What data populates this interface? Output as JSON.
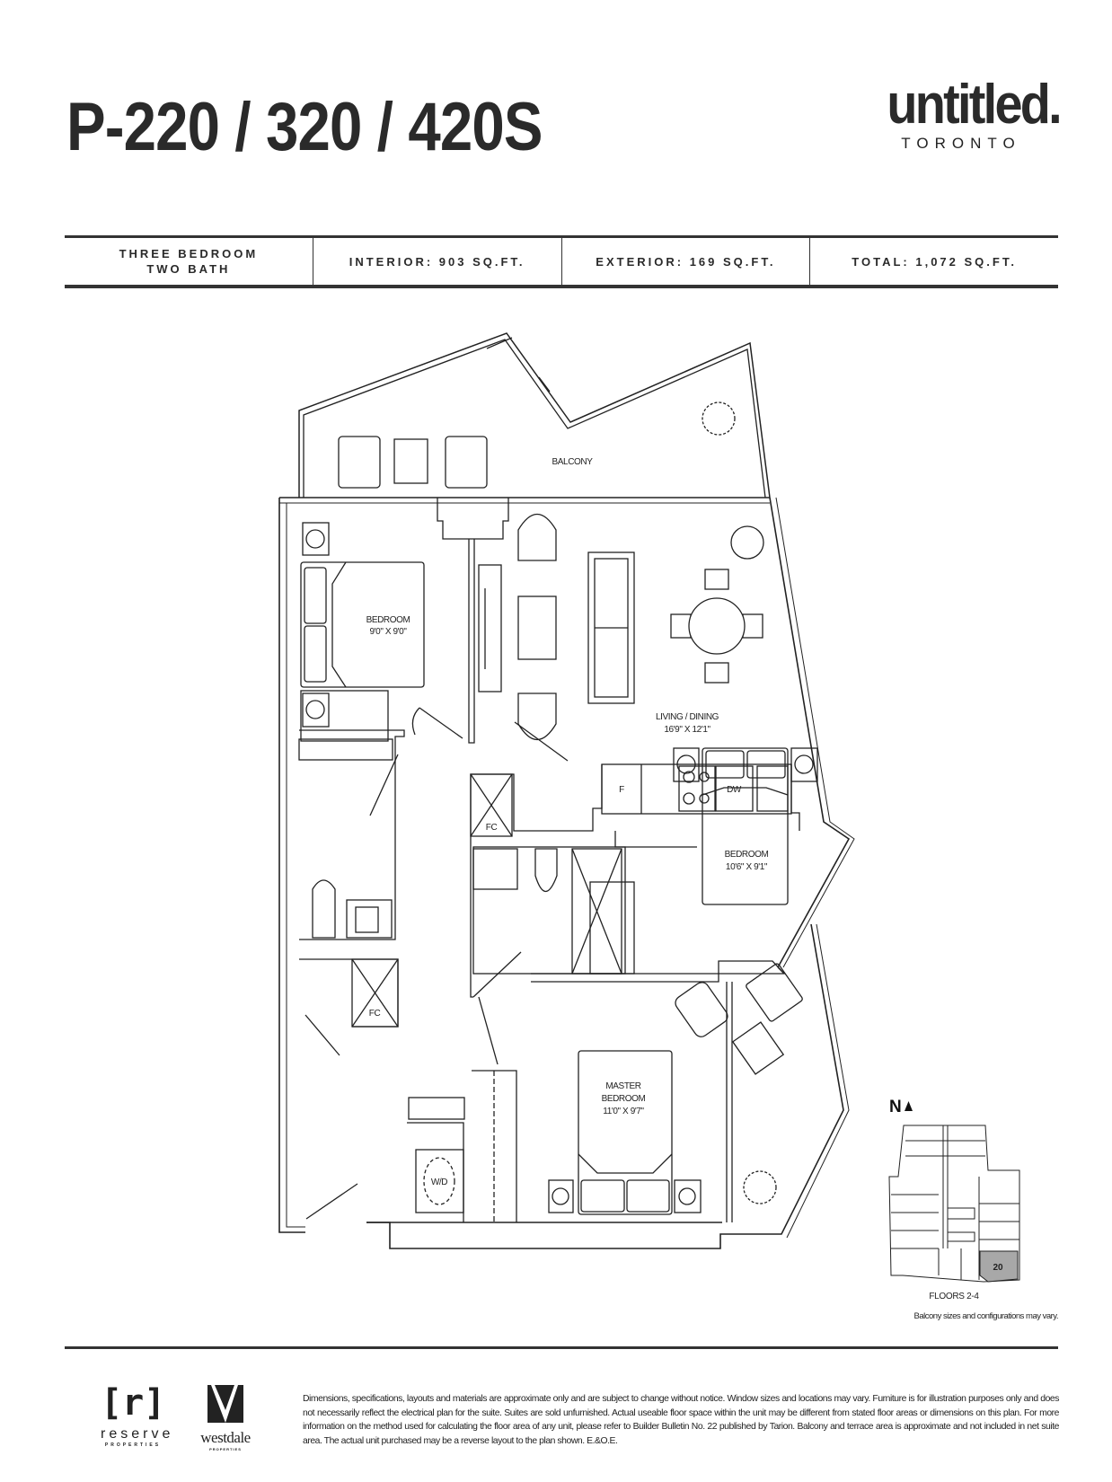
{
  "header": {
    "title": "P-220 / 320 / 420S",
    "brand_name": "untitled.",
    "brand_city": "TORONTO"
  },
  "specs": {
    "type_line1": "THREE BEDROOM",
    "type_line2": "TWO BATH",
    "interior": "INTERIOR: 903 SQ.FT.",
    "exterior": "EXTERIOR: 169 SQ.FT.",
    "total": "TOTAL: 1,072 SQ.FT."
  },
  "plan": {
    "balcony": "BALCONY",
    "bedroom1_name": "BEDROOM",
    "bedroom1_size": "9'0\" X 9'0\"",
    "living_name": "LIVING / DINING",
    "living_size": "16'9\" X 12'1\"",
    "fridge": "F",
    "dishwasher": "DW",
    "bedroom2_name": "BEDROOM",
    "bedroom2_size": "10'6\" X 9'1\"",
    "closet1": "FC",
    "closet2": "FC",
    "master_line1": "MASTER",
    "master_line2": "BEDROOM",
    "master_size": "11'0\" X 9'7\"",
    "washer_dryer": "W/D"
  },
  "keyplan": {
    "north": "N",
    "unit_number": "20",
    "floors": "FLOORS 2-4",
    "note": "Balcony sizes and configurations may vary."
  },
  "footer": {
    "reserve_mark": "[r]",
    "reserve_name": "reserve",
    "reserve_sub": "PROPERTIES",
    "westdale_name": "westdale",
    "westdale_sub": "PROPERTIES",
    "disclaimer": "Dimensions, specifications, layouts and materials are approximate only and are subject to change without notice. Window sizes and locations may vary. Furniture is for illustration purposes only and does not necessarily reflect the electrical plan for the suite. Suites are sold unfurnished. Actual useable floor space within the unit may be different from stated floor areas or dimensions on this plan. For more information on the method used for calculating the floor area of any unit, please refer to Builder Bulletin No. 22 published by Tarion. Balcony and terrace area is approximate and not included in net suite area. The actual unit purchased may be a reverse layout to the plan shown. E.&O.E."
  },
  "colors": {
    "ink": "#222222",
    "highlight_unit": "#a8a8a8"
  }
}
